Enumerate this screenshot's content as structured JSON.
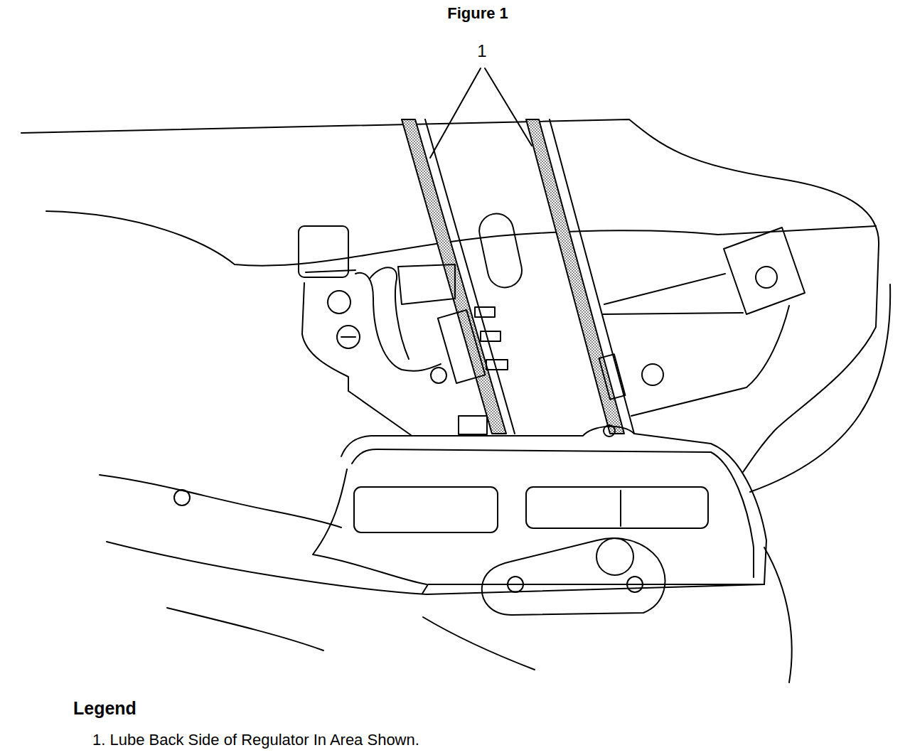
{
  "diagram": {
    "title": "Figure 1",
    "labels": [
      "1",
      "Legend"
    ],
    "legend": [
      {
        "text": "1. Lube Back Side of Regulator In Area Shown."
      }
    ]
  }
}
